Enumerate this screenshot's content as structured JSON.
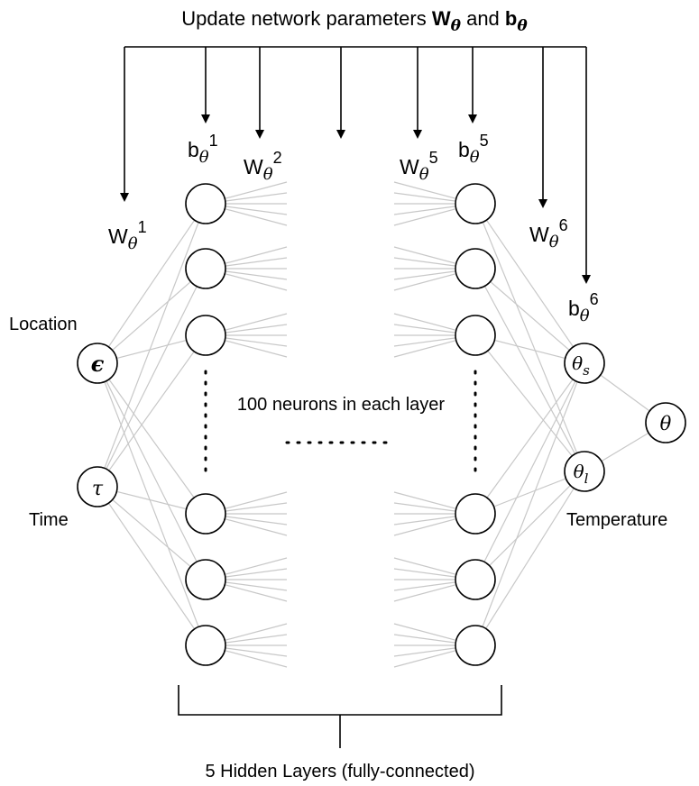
{
  "title": {
    "prefix": "Update network parameters ",
    "w_main": "W",
    "w_sub": "θ",
    "and": " and ",
    "b_main": "b",
    "b_sub": "θ"
  },
  "param_labels": {
    "w1": {
      "main": "W",
      "sub": "θ",
      "sup": "1"
    },
    "b1": {
      "main": "b",
      "sub": "θ",
      "sup": "1"
    },
    "w2": {
      "main": "W",
      "sub": "θ",
      "sup": "2"
    },
    "w5": {
      "main": "W",
      "sub": "θ",
      "sup": "5"
    },
    "b5": {
      "main": "b",
      "sub": "θ",
      "sup": "5"
    },
    "w6": {
      "main": "W",
      "sub": "θ",
      "sup": "6"
    },
    "b6": {
      "main": "b",
      "sub": "θ",
      "sup": "6"
    }
  },
  "inputs": {
    "location_label": "Location",
    "location_symbol": "ϵ",
    "time_label": "Time",
    "time_symbol": "τ"
  },
  "outputs": {
    "theta_s_main": "θ",
    "theta_s_sub": "s",
    "theta_l_main": "θ",
    "theta_l_sub": "l",
    "theta": "θ",
    "temperature_label": "Temperature"
  },
  "hidden": {
    "neurons_label": "100 neurons in each layer",
    "layers_label": "5 Hidden Layers (fully-connected)"
  }
}
